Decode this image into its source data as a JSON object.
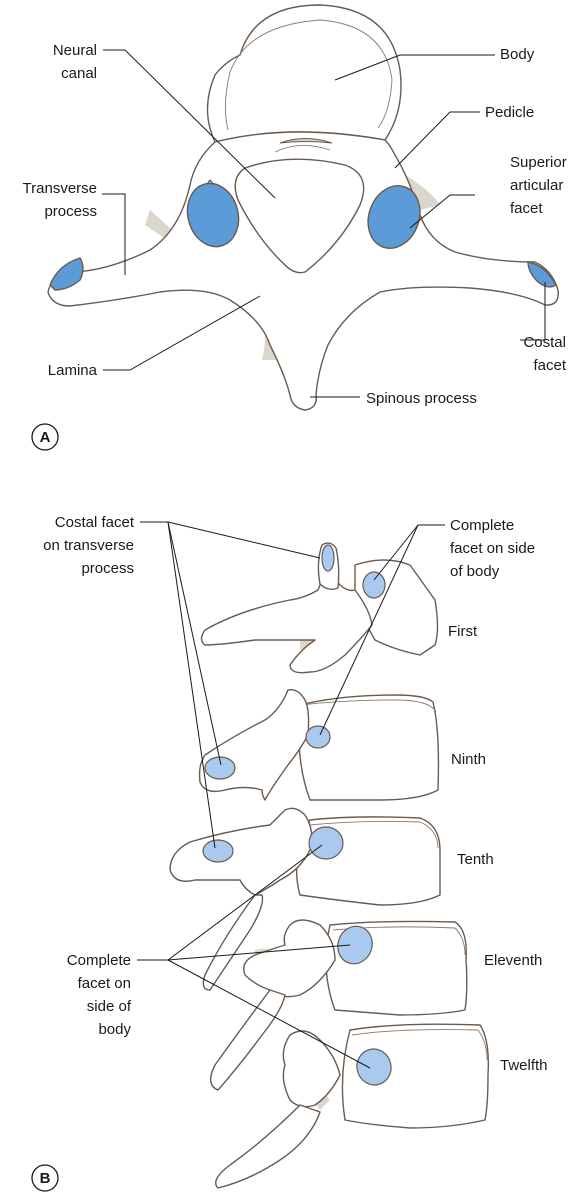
{
  "panel_a": {
    "badge": "A",
    "labels": {
      "neural_canal": [
        "Neural",
        "canal"
      ],
      "body": "Body",
      "pedicle": "Pedicle",
      "superior_articular_facet": [
        "Superior",
        "articular",
        "facet"
      ],
      "transverse_process": [
        "Transverse",
        "process"
      ],
      "lamina": "Lamina",
      "costal_facet": [
        "Costal",
        "facet"
      ],
      "spinous_process": "Spinous process"
    }
  },
  "panel_b": {
    "badge": "B",
    "labels": {
      "costal_facet_transverse": [
        "Costal facet",
        "on transverse",
        "process"
      ],
      "complete_facet_top": [
        "Complete",
        "facet on side",
        "of body"
      ],
      "complete_facet_bottom": [
        "Complete",
        "facet on",
        "side of",
        "body"
      ]
    },
    "vertebrae": [
      "First",
      "Ninth",
      "Tenth",
      "Eleventh",
      "Twelfth"
    ]
  },
  "colors": {
    "facet_dark": "#5b9bd8",
    "facet_light": "#a9c9ee",
    "bone_outline": "#6b5a4d",
    "bone_shade": "#dcd7cd"
  }
}
